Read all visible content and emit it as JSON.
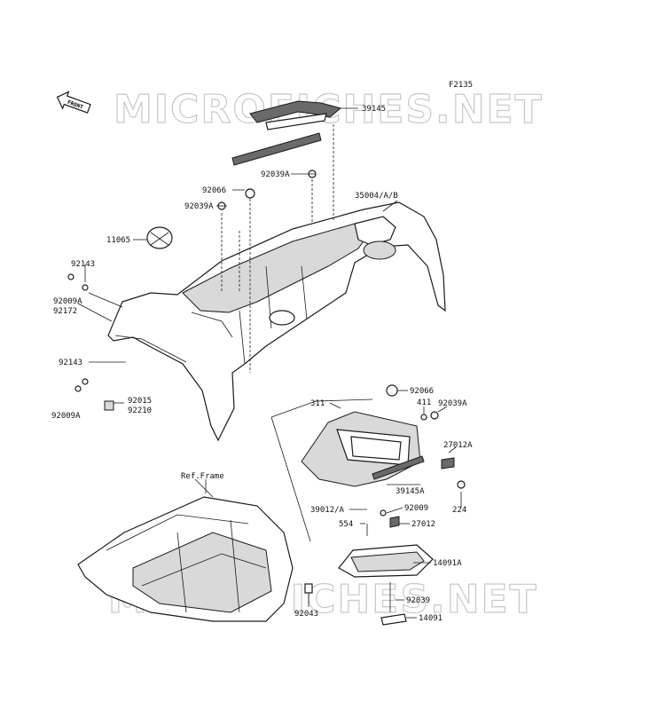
{
  "figure_code": "F2135",
  "watermark": "MICROFICHES.NET",
  "front_badge": "FRONT",
  "ref_frame": "Ref.Frame",
  "labels": {
    "p39145": "39145",
    "p92039A_top": "92039A",
    "p92066_top": "92066",
    "p35004": "35004/A/B",
    "p92039A_left": "92039A",
    "p11065": "11065",
    "p92143_a": "92143",
    "p92009A_a": "92009A",
    "p92172": "92172",
    "p92143_b": "92143",
    "p92009A_b": "92009A",
    "p92015": "92015",
    "p92210": "92210",
    "p311": "311",
    "p92066_r": "92066",
    "p411": "411",
    "p92039A_r": "92039A",
    "p27012A": "27012A",
    "p39145A": "39145A",
    "p224": "224",
    "p39012": "39012/A",
    "p92009": "92009",
    "p27012": "27012",
    "p554": "554",
    "p14091A": "14091A",
    "p92043": "92043",
    "p92039": "92039",
    "p14091": "14091"
  }
}
